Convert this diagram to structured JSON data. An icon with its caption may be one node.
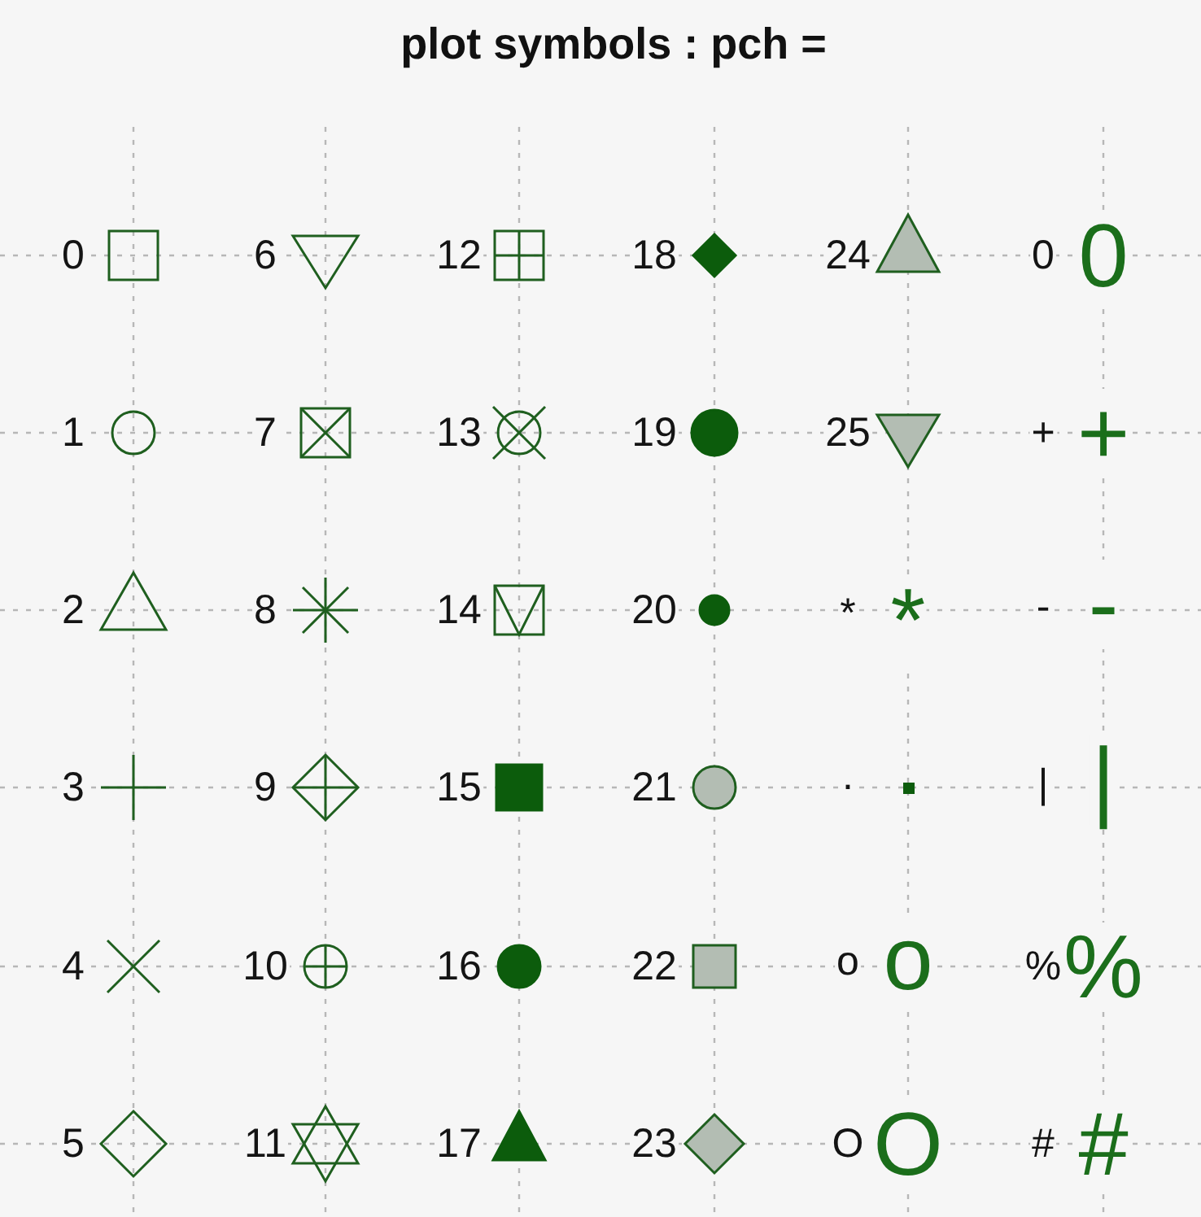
{
  "diagram": {
    "title": "plot symbols : pch =",
    "labels": [
      "0",
      "6",
      "12",
      "18",
      "24",
      "0",
      "0",
      "1",
      "7",
      "13",
      "19",
      "25",
      "+",
      "+",
      "2",
      "8",
      "14",
      "20",
      "*",
      "*",
      "-",
      "-",
      "3",
      "9",
      "15",
      "21",
      ".",
      "|",
      "|",
      "4",
      "10",
      "16",
      "22",
      "o",
      "o",
      "%",
      "%",
      "5",
      "11",
      "17",
      "23",
      "O",
      "O",
      "#",
      "#"
    ]
  }
}
